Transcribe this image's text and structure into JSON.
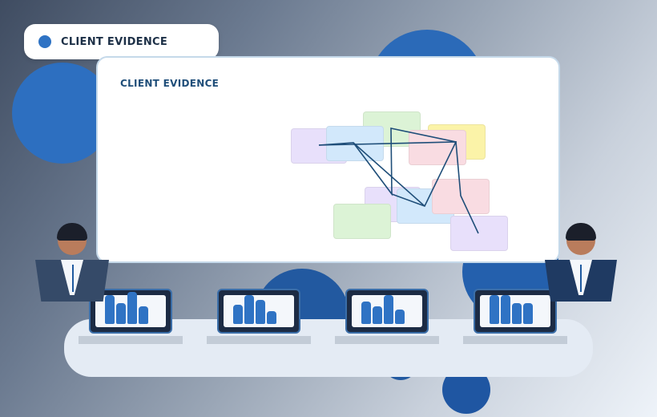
{
  "header": {
    "label": "CLIENT EVIDENCE"
  },
  "board": {
    "title": "CLIENT EVIDENCE"
  },
  "colors": {
    "accent": "#2f73c4",
    "deep_blue": "#1e55a0",
    "note_purple": "#e8e0fb",
    "note_blue": "#d2e8fb",
    "note_green": "#dcf3d6",
    "note_pink": "#f9dce2",
    "note_yellow": "#fbf3a8",
    "line": "#1f4e79"
  },
  "icons": [
    "status-dot-icon",
    "bar-chart-icon"
  ],
  "workstations": 4,
  "presenters": 2
}
